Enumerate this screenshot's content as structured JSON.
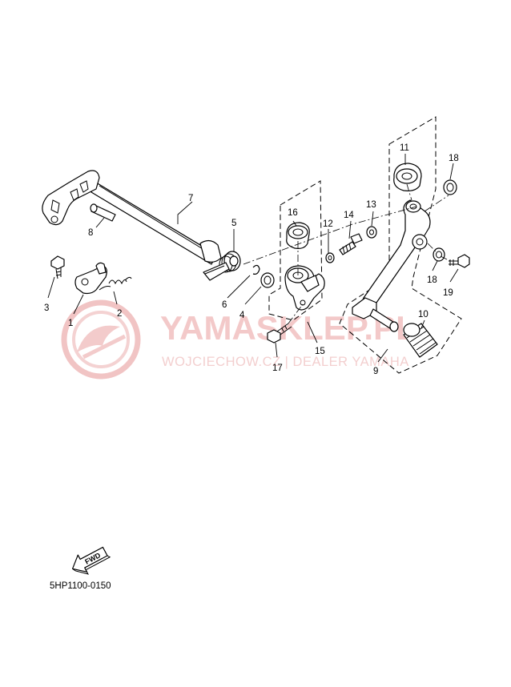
{
  "watermark": {
    "title": "YAMASKLEP.PL",
    "subtitle": "WOJCIECHOW.CZ | DEALER YAMAHA"
  },
  "callouts": {
    "c1": "1",
    "c2": "2",
    "c3": "3",
    "c4": "4",
    "c5": "5",
    "c6": "6",
    "c7": "7",
    "c8": "8",
    "c9": "9",
    "c10": "10",
    "c11": "11",
    "c12": "12",
    "c13": "13",
    "c14": "14",
    "c15": "15",
    "c16": "16",
    "c17": "17",
    "c18a": "18",
    "c18b": "18",
    "c19": "19"
  },
  "fwd_label": "FWD",
  "diagram_code": "5HP1100-0150",
  "colors": {
    "line": "#000000",
    "watermark": "#f3c9c9"
  }
}
